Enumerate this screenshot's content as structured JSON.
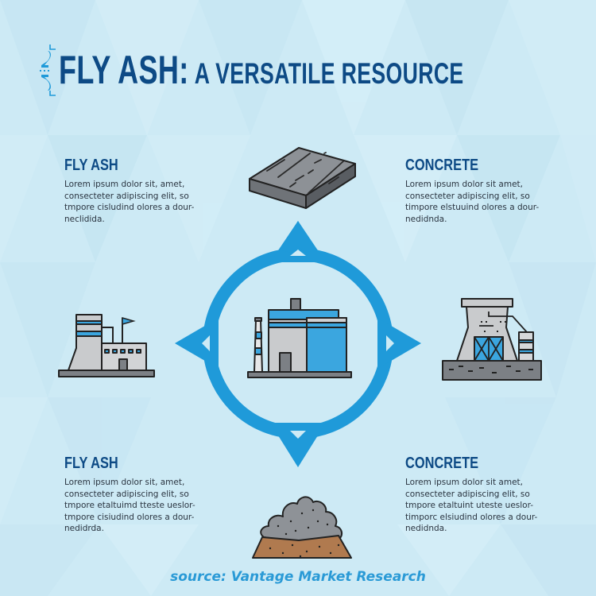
{
  "title": {
    "main": "FLY ASH:",
    "sub": "A VERSATILE RESOURCE"
  },
  "blocks": [
    {
      "heading": "FLY ASH",
      "body": "Lorem ipsum dolor sit, amet, consecteter adipiscing elit, so tmpore cisludind olores a dour-neclidida."
    },
    {
      "heading": "CONCRETE",
      "body": "Lorem ipsum dolor sit amet, consecteter adipiscing elit, so timpore elstuuind olores a dour-nedidnda."
    },
    {
      "heading": "FLY ASH",
      "body": "Lorem ipsum dolor sit, amet, consecteter adipiscing elit, so tmpore etaltuimd tteste ueslor-tmpore cisiudind olores a dour-nedidrda."
    },
    {
      "heading": "CONCRETE",
      "body": "Lorem ipsum dolor sit amet, consecteter adipiscing elit, so tmpore etaltuint uteste ueslor-timporc elsiudind olores a dour-nedidnda."
    }
  ],
  "icons": {
    "top": "concrete-slab-icon",
    "left": "power-plant-icon",
    "center": "factory-icon",
    "right": "cooling-tower-icon",
    "bottom": "ash-pile-icon",
    "title": "circuit-bracket-icon"
  },
  "source": "source: Vantage Market Research",
  "colors": {
    "background": "#cdeaf5",
    "title": "#0d4a85",
    "accent": "#1f9ad9",
    "source": "#2a9ad6",
    "body_text": "#2a3440"
  }
}
